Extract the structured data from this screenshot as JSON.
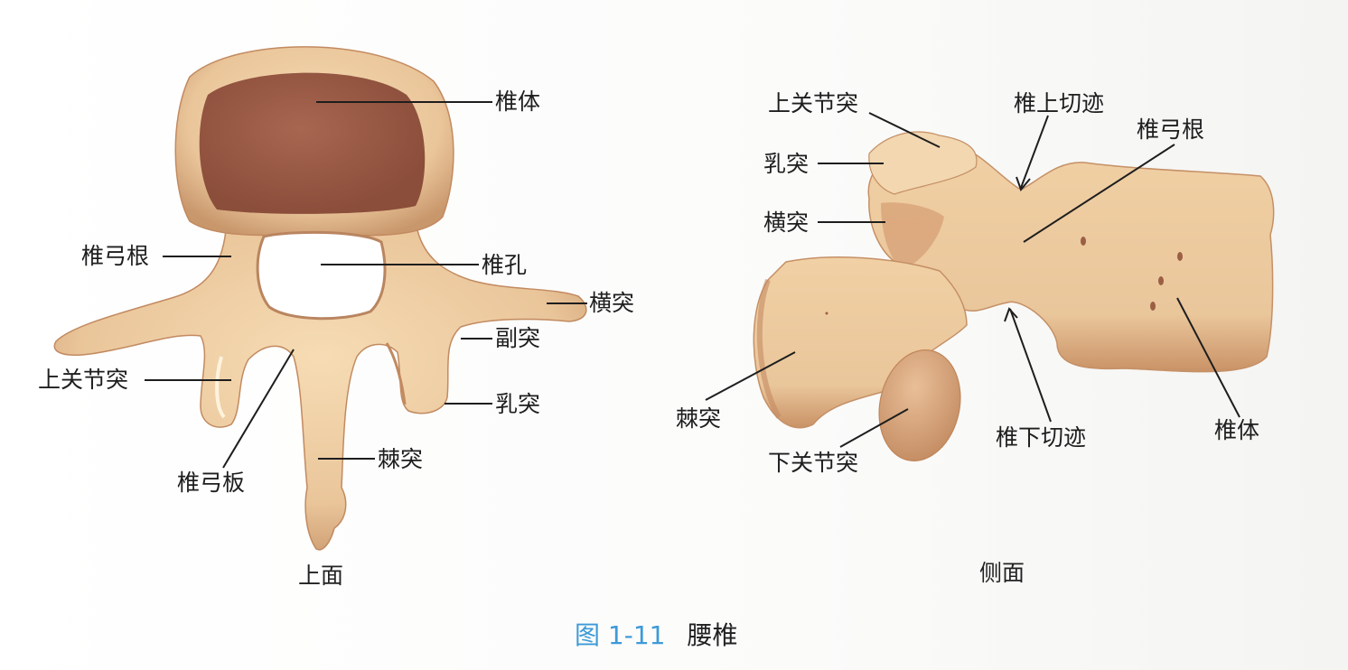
{
  "figure": {
    "number": "图 1-11",
    "title": "腰椎",
    "accent_color": "#3d9ad8"
  },
  "views": [
    {
      "name": "上面",
      "labels": [
        "椎体",
        "椎弓根",
        "椎孔",
        "横突",
        "副突",
        "上关节突",
        "乳突",
        "椎弓板",
        "棘突"
      ]
    },
    {
      "name": "侧面",
      "labels": [
        "上关节突",
        "椎上切迹",
        "椎弓根",
        "乳突",
        "横突",
        "棘突",
        "下关节突",
        "椎下切迹",
        "椎体"
      ]
    }
  ],
  "colors": {
    "bone_light": "#f1d3a7",
    "bone_mid": "#e0b88a",
    "bone_shadow": "#b98560",
    "cancellous": "#9a5a43",
    "leader_line": "#1e1e1e"
  }
}
